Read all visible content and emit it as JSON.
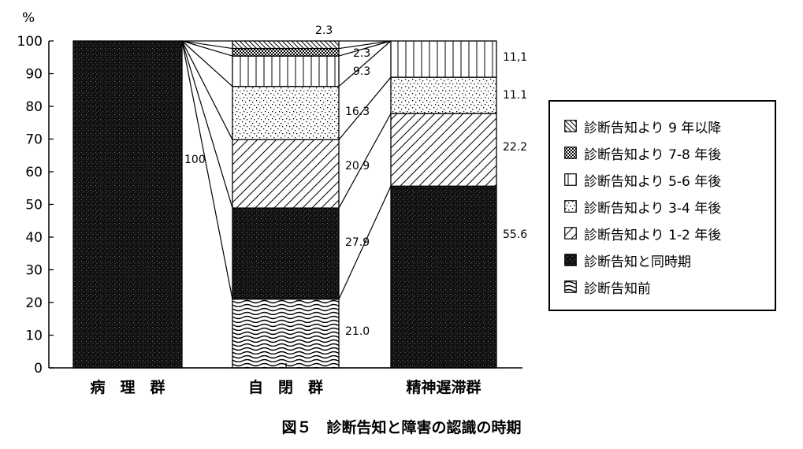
{
  "chart_data": {
    "type": "bar",
    "stacked": true,
    "unit": "%",
    "ylim": [
      0,
      100
    ],
    "yticks": [
      "0",
      "10",
      "20",
      "30",
      "40",
      "50",
      "60",
      "70",
      "80",
      "90",
      "100"
    ],
    "categories": [
      "病　理　群",
      "自　閉　群",
      "精神遅滞群"
    ],
    "series": [
      {
        "name": "診断告知前",
        "values": [
          0,
          21.0,
          0
        ]
      },
      {
        "name": "診断告知と同時期",
        "values": [
          100,
          27.9,
          55.6
        ]
      },
      {
        "name": "診断告知より 1-2 年後",
        "values": [
          0,
          20.9,
          22.2
        ]
      },
      {
        "name": "診断告知より 3-4 年後",
        "values": [
          0,
          16.3,
          11.1
        ]
      },
      {
        "name": "診断告知より 5-6 年後",
        "values": [
          0,
          9.3,
          11.1
        ]
      },
      {
        "name": "診断告知より 7-8 年後",
        "values": [
          0,
          2.3,
          0
        ]
      },
      {
        "name": "診断告知より 9 年以降",
        "values": [
          0,
          2.3,
          0
        ]
      }
    ],
    "value_labels": [
      {
        "category": 0,
        "text": "100"
      },
      {
        "category": 1,
        "series": 0,
        "text": "21.0"
      },
      {
        "category": 1,
        "series": 1,
        "text": "27.9"
      },
      {
        "category": 1,
        "series": 2,
        "text": "20.9"
      },
      {
        "category": 1,
        "series": 3,
        "text": "16.3"
      },
      {
        "category": 1,
        "series": 4,
        "text": "9.3"
      },
      {
        "category": 1,
        "series": 5,
        "text": "2.3"
      },
      {
        "category": 1,
        "series": 6,
        "text": "2.3"
      },
      {
        "category": 2,
        "series": 1,
        "text": "55.6"
      },
      {
        "category": 2,
        "series": 2,
        "text": "22.2"
      },
      {
        "category": 2,
        "series": 3,
        "text": "11.1"
      },
      {
        "category": 2,
        "series": 4,
        "text": "11,1"
      }
    ],
    "legend": {
      "placement": "right",
      "order": [
        "診断告知より 9 年以降",
        "診断告知より 7-8 年後",
        "診断告知より 5-6 年後",
        "診断告知より 3-4 年後",
        "診断告知より 1-2 年後",
        "診断告知と同時期",
        "診断告知前"
      ]
    },
    "title": "図５　診断告知と障害の認識の時期",
    "grid": false
  }
}
